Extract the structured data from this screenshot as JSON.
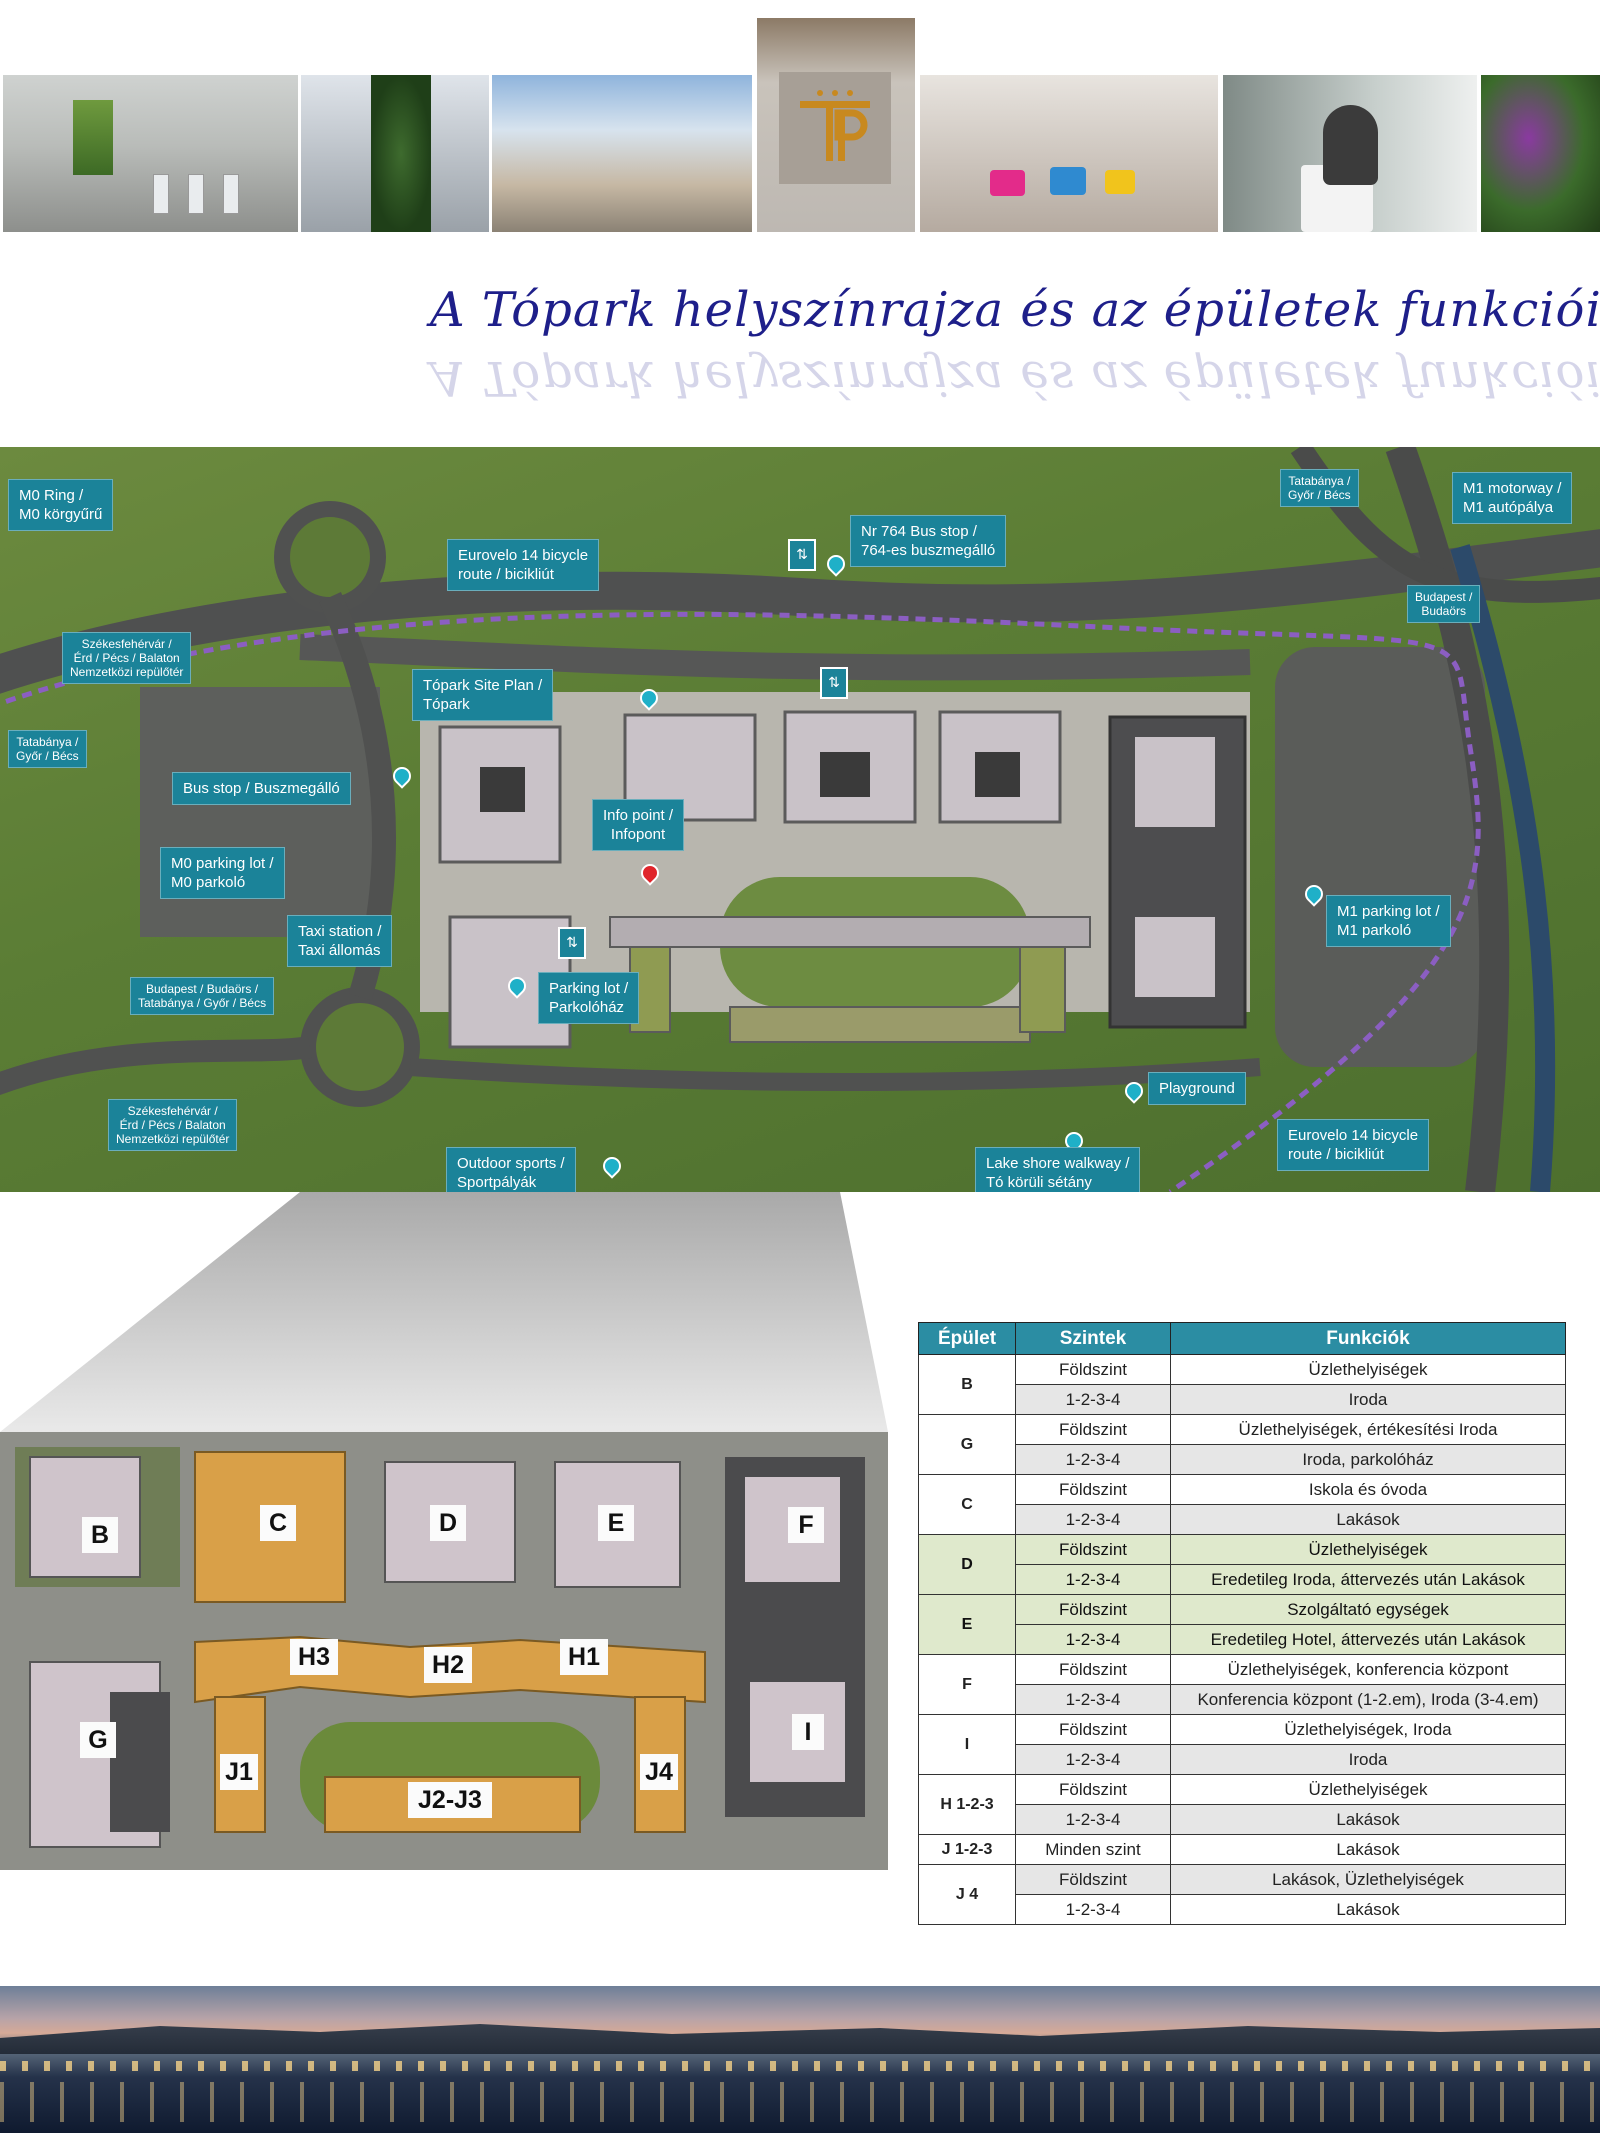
{
  "title": "A Tópark helyszínrajza és az épületek funkciói",
  "logo_text": "TP",
  "map_labels": {
    "m0_ring": "M0 Ring /\nM0 körgyűrű",
    "eurovelo_top": "Eurovelo 14 bicycle\nroute / bicikliút",
    "bus764": "Nr 764 Bus stop /\n764-es buszmegálló",
    "tatabanya_top": "Tatabánya /\nGyőr / Bécs",
    "m1_motorway": "M1 motorway /\nM1 autópálya",
    "budapest_budaors_right": "Budapest /\nBudaörs",
    "szekesfehervar_top": "Székesfehérvár /\nÉrd / Pécs / Balaton\nNemzetközi repülőtér",
    "topark_site_plan": "Tópark Site Plan /\nTópark",
    "tatabanya_left": "Tatabánya /\nGyőr / Bécs",
    "bus_stop": "Bus stop / Buszmegálló",
    "info_point": "Info point /\nInfopont",
    "m0_parking": "M0 parking lot /\nM0 parkoló",
    "taxi": "Taxi station /\nTaxi állomás",
    "budapest_left": "Budapest / Budaörs /\nTatabánya / Győr / Bécs",
    "parking_house": "Parking lot /\nParkolóház",
    "m1_parking": "M1 parking lot /\nM1 parkoló",
    "playground": "Playground",
    "szekesfehervar_bottom": "Székesfehérvár /\nÉrd / Pécs / Balaton\nNemzetközi repülőtér",
    "outdoor_sports": "Outdoor sports /\nSportpályák",
    "lake_shore": "Lake shore walkway /\nTó körüli sétány",
    "eurovelo_bottom": "Eurovelo 14 bicycle\nroute / bicikliút"
  },
  "buildings": [
    "B",
    "C",
    "D",
    "E",
    "F",
    "H3",
    "H2",
    "H1",
    "G",
    "J1",
    "J2-J3",
    "J4",
    "I"
  ],
  "table": {
    "headers": [
      "Épület",
      "Szintek",
      "Funkciók"
    ],
    "rows": [
      {
        "building": "B",
        "levels": [
          {
            "level": "Földszint",
            "function": "Üzlethelyiségek"
          },
          {
            "level": "1-2-3-4",
            "function": "Iroda"
          }
        ]
      },
      {
        "building": "G",
        "levels": [
          {
            "level": "Földszint",
            "function": "Üzlethelyiségek, értékesítési Iroda"
          },
          {
            "level": "1-2-3-4",
            "function": "Iroda, parkolóház"
          }
        ]
      },
      {
        "building": "C",
        "levels": [
          {
            "level": "Földszint",
            "function": "Iskola és óvoda"
          },
          {
            "level": "1-2-3-4",
            "function": "Lakások"
          }
        ]
      },
      {
        "building": "D",
        "levels": [
          {
            "level": "Földszint",
            "function": "Üzlethelyiségek"
          },
          {
            "level": "1-2-3-4",
            "function": "Eredetileg Iroda, áttervezés után Lakások"
          }
        ]
      },
      {
        "building": "E",
        "levels": [
          {
            "level": "Földszint",
            "function": "Szolgáltató egységek"
          },
          {
            "level": "1-2-3-4",
            "function": "Eredetileg Hotel, áttervezés után Lakások"
          }
        ]
      },
      {
        "building": "F",
        "levels": [
          {
            "level": "Földszint",
            "function": "Üzlethelyiségek, konferencia központ"
          },
          {
            "level": "1-2-3-4",
            "function": "Konferencia központ (1-2.em), Iroda (3-4.em)"
          }
        ]
      },
      {
        "building": "I",
        "levels": [
          {
            "level": "Földszint",
            "function": "Üzlethelyiségek, Iroda"
          },
          {
            "level": "1-2-3-4",
            "function": "Iroda"
          }
        ]
      },
      {
        "building": "H 1-2-3",
        "levels": [
          {
            "level": "Földszint",
            "function": "Üzlethelyiségek"
          },
          {
            "level": "1-2-3-4",
            "function": "Lakások"
          }
        ]
      },
      {
        "building": "J 1-2-3",
        "levels": [
          {
            "level": "Minden szint",
            "function": "Lakások"
          }
        ]
      },
      {
        "building": "J 4",
        "levels": [
          {
            "level": "Földszint",
            "function": "Lakások, Üzlethelyiségek"
          },
          {
            "level": "1-2-3-4",
            "function": "Lakások"
          }
        ]
      }
    ]
  },
  "colors": {
    "label_teal": "#1b8399",
    "header_teal": "#2b8da3",
    "title_blue": "#1e1f8a",
    "highlight_green": "#dfe9cc",
    "orange_building": "#d9a048"
  }
}
